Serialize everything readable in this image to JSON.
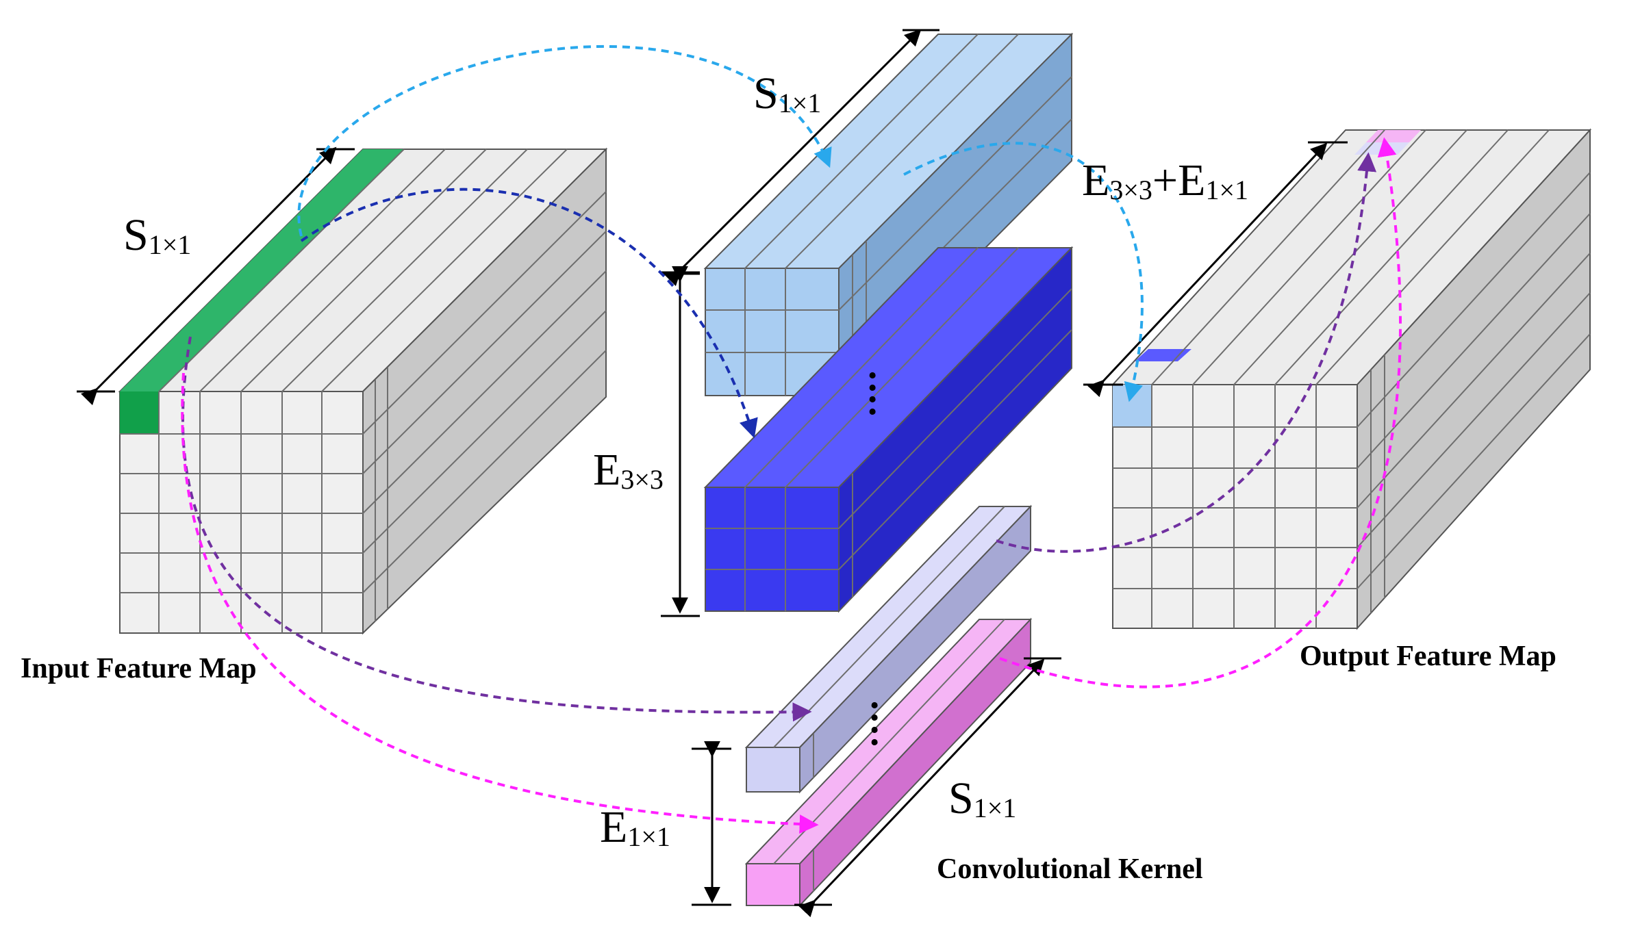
{
  "labels": {
    "input_s": {
      "base": "S",
      "sub": "1×1"
    },
    "mid_s": {
      "base": "S",
      "sub": "1×1"
    },
    "mid_e3": {
      "base": "E",
      "sub": "3×3"
    },
    "out_e": {
      "base1": "E",
      "sub1": "3×3",
      "plus": "+",
      "base2": "E",
      "sub2": "1×1"
    },
    "kernel_e1": {
      "base": "E",
      "sub": "1×1"
    },
    "kernel_s": {
      "base": "S",
      "sub": "1×1"
    }
  },
  "captions": {
    "input": "Input Feature Map",
    "output": "Output Feature Map",
    "kernel": "Convolutional Kernel"
  },
  "ellipsis": ":",
  "colors": {
    "input_front": "#f0f0f0",
    "input_side": "#c8c8c8",
    "input_top": "#ececec",
    "highlight_green": "#2eb56a",
    "highlight_green_dark": "#11a04a",
    "light_blue_front": "#a9cdf2",
    "light_blue_side": "#7ea7d3",
    "light_blue_top": "#bcd9f6",
    "blue_front": "#3a3af0",
    "blue_side": "#2727c8",
    "blue_top": "#5a5aff",
    "lavender_front": "#d0d2f6",
    "lavender_side": "#a6a8d4",
    "lavender_top": "#dcdcfa",
    "pink_front": "#f7a0f5",
    "pink_side": "#d170cf",
    "pink_top": "#f5b5f5",
    "arrow_sky": "#29a8ec",
    "arrow_navy": "#1a2fb0",
    "arrow_purple": "#7030a0",
    "arrow_magenta": "#ff20ff"
  }
}
